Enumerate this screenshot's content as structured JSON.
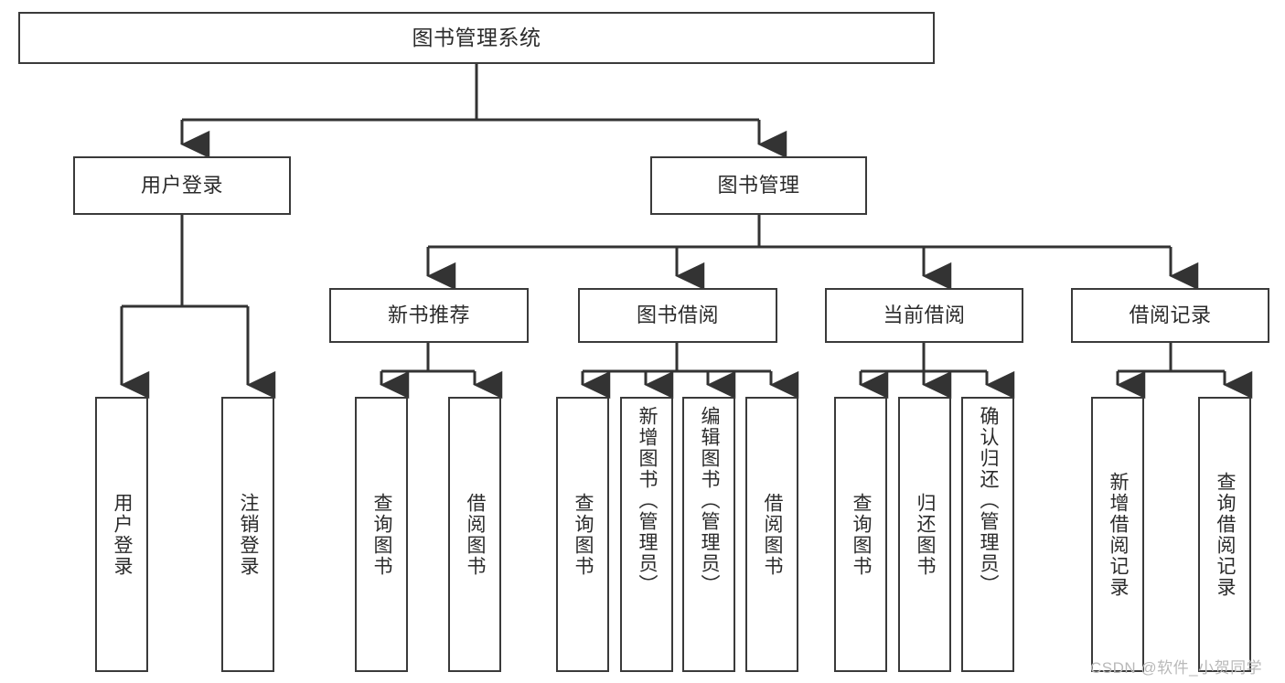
{
  "diagram": {
    "title": "图书管理系统",
    "type": "hierarchy-tree",
    "style": {
      "box_border": "#3a3a3a",
      "box_fill": "#ffffff",
      "line_color": "#333333",
      "text_color": "#2b2b2b",
      "background": "#ffffff",
      "watermark_color": "#b9b9b9"
    },
    "root": {
      "label": "图书管理系统"
    },
    "level1": [
      {
        "label": "用户登录"
      },
      {
        "label": "图书管理"
      }
    ],
    "level2": [
      {
        "label": "新书推荐"
      },
      {
        "label": "图书借阅"
      },
      {
        "label": "当前借阅"
      },
      {
        "label": "借阅记录"
      }
    ],
    "leaves": {
      "user_login": [
        {
          "label": "用户登录"
        },
        {
          "label": "注销登录"
        }
      ],
      "new_book_recommend": [
        {
          "label": "查询图书"
        },
        {
          "label": "借阅图书"
        }
      ],
      "book_borrow": [
        {
          "label": "查询图书"
        },
        {
          "label": "新增图书（管理员）"
        },
        {
          "label": "编辑图书（管理员）"
        },
        {
          "label": "借阅图书"
        }
      ],
      "current_borrow": [
        {
          "label": "查询图书"
        },
        {
          "label": "归还图书"
        },
        {
          "label": "确认归还（管理员）"
        }
      ],
      "borrow_record": [
        {
          "label": "新增借阅记录"
        },
        {
          "label": "查询借阅记录"
        }
      ]
    }
  },
  "watermark": {
    "text": "CSDN @软件_小贺同学"
  }
}
